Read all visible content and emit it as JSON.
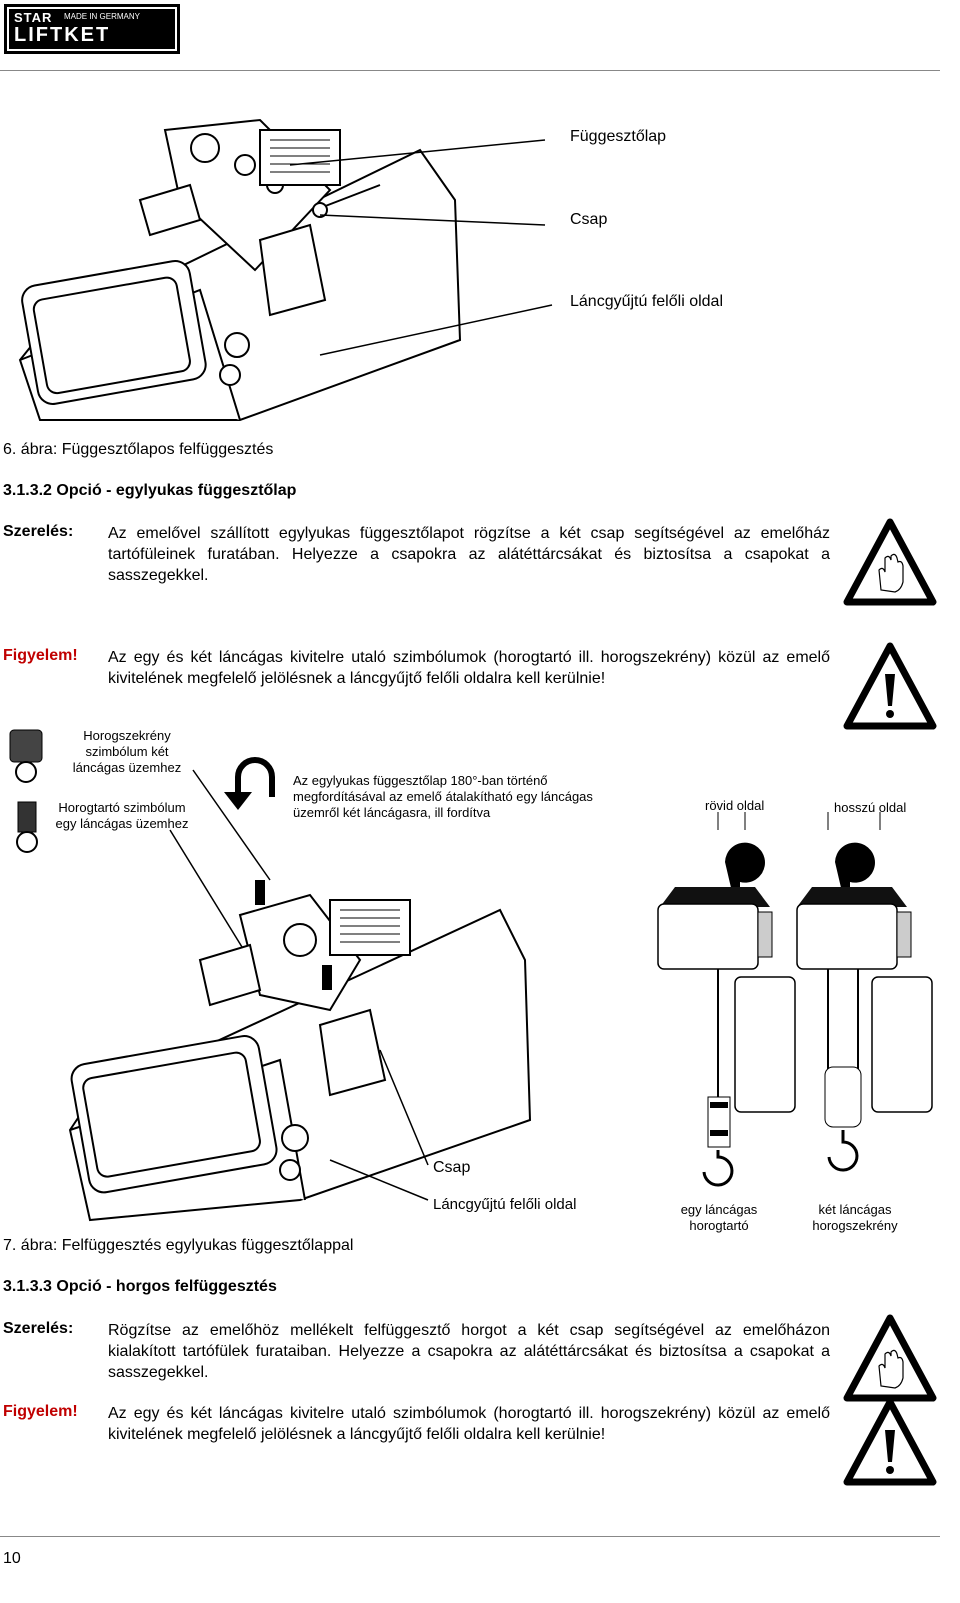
{
  "logo": {
    "brand_top": "STAR",
    "brand_main": "LIFTKET",
    "tagline": "MADE IN GERMANY"
  },
  "figure6": {
    "labels": [
      "Függesztőlap",
      "Csap",
      "Láncgyűjtú felőli oldal"
    ],
    "caption": "6. ábra: Függesztőlapos felfüggesztés"
  },
  "section_312": {
    "heading": "3.1.3.2  Opció - egylyukas függesztőlap",
    "install_label": "Szerelés:",
    "install_text": "Az emelővel szállított egylyukas függesztőlapot rögzítse a két csap segítségével az emelőház tartófüleinek furatában. Helyezze a csapokra az alátéttárcsákat és biztosítsa a csapokat a sasszegekkel.",
    "attention_label": "Figyelem!",
    "attention_text": "Az egy és két láncágas kivitelre utaló szimbólumok (horogtartó ill. horogszekrény) közül az emelő kivitelének megfelelő jelölésnek a láncgyűjtő felőli oldalra kell kerülnie!"
  },
  "figure7": {
    "symbol_two": "Horogszekrény szimbólum két láncágas üzemhez",
    "symbol_one": "Horogtartó szimbólum egy láncágas üzemhez",
    "rotate_note": "Az egylyukas függesztőlap 180°-ban történő megfordításával az emelő átalakítható egy láncágas üzemről két láncágasra, ill fordítva",
    "short_side": "rövid oldal",
    "long_side": "hosszú oldal",
    "pin_label": "Csap",
    "chain_side": "Láncgyűjtú felőli oldal",
    "one_fall": "egy láncágas horogtartó",
    "two_fall": "két láncágas horogszekrény",
    "caption": "7. ábra: Felfüggesztés egylyukas függesztőlappal"
  },
  "section_313": {
    "heading": "3.1.3.3  Opció - horgos felfüggesztés",
    "install_label": "Szerelés:",
    "install_text": "Rögzítse az emelőhöz mellékelt felfüggesztő horgot a két csap segítségével az emelőházon kialakított tartófülek furataiban. Helyezze a csapokra az alátéttárcsákat és biztosítsa a csapokat a sasszegekkel.",
    "attention_label": "Figyelem!",
    "attention_text": "Az egy és két láncágas kivitelre utaló szimbólumok (horogtartó ill. horogszekrény) közül az emelő kivitelének megfelelő jelölésnek a láncgyűjtő felőli oldalra kell kerülnie!"
  },
  "footer": {
    "page_number": "10"
  }
}
